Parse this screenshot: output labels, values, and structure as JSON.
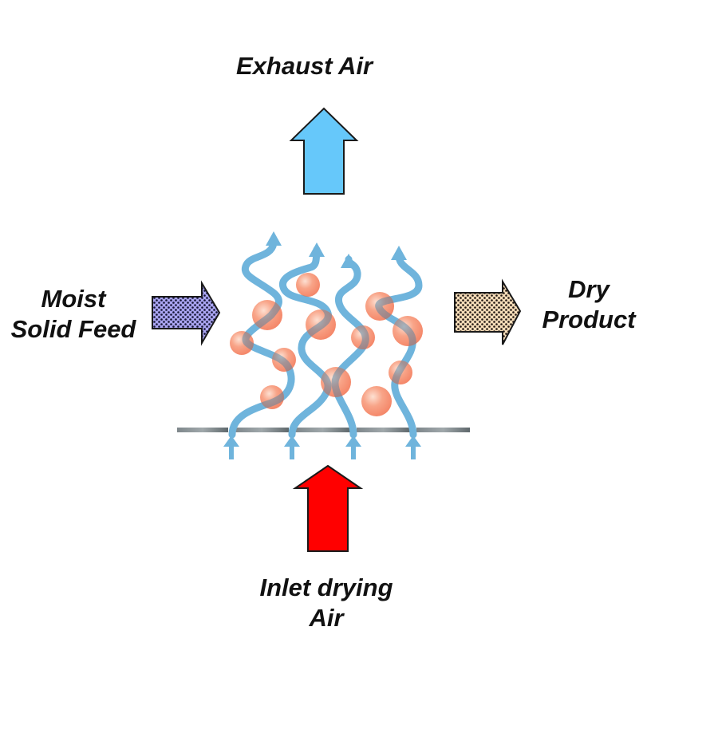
{
  "title": "Fluidized bed drying schematic",
  "labels": {
    "exhaust_air": "Exhaust Air",
    "moist_feed_line1": "Moist",
    "moist_feed_line2": "Solid Feed",
    "dry_product_line1": "Dry",
    "dry_product_line2": "Product",
    "inlet_air_line1": "Inlet drying",
    "inlet_air_line2": "Air"
  },
  "icons": {
    "exhaust_arrow": "arrow-up-icon",
    "inlet_arrow": "arrow-up-icon",
    "feed_arrow": "arrow-right-icon",
    "product_arrow": "arrow-right-icon"
  },
  "colors": {
    "exhaust_arrow": "#66c8fa",
    "inlet_arrow": "#ff0000",
    "feed_fill": "#a9a4f0",
    "feed_dots": "#141432",
    "product_fill": "#f5dcb8",
    "product_dots": "#1e1410",
    "air_stream": "#6fb4dc",
    "particle": "#f48466",
    "particle_highlight": "#fde0d2",
    "distributor_plate": "#7a8488",
    "outline": "#1a1a1a"
  },
  "counts": {
    "air_streams": 4,
    "particles": 12
  }
}
